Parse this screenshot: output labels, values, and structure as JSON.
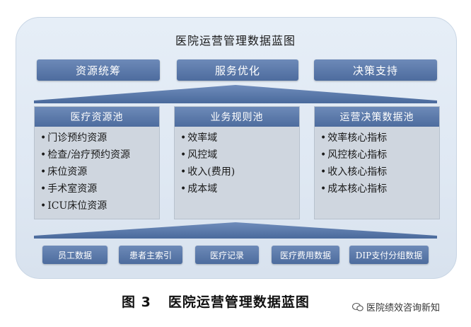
{
  "diagram": {
    "title": "医院运营管理数据蓝图",
    "top_buttons": [
      "资源统筹",
      "服务优化",
      "决策支持"
    ],
    "pools": [
      {
        "title": "医疗资源池",
        "items": [
          "门诊预约资源",
          "检查/治疗预约资源",
          "床位资源",
          "手术室资源",
          "ICU床位资源"
        ]
      },
      {
        "title": "业务规则池",
        "items": [
          "效率域",
          "风控域",
          "收入(费用)",
          "成本域"
        ]
      },
      {
        "title": "运营决策数据池",
        "items": [
          "效率核心指标",
          "风控核心指标",
          "收入核心指标",
          "成本核心指标"
        ]
      }
    ],
    "base_buttons": [
      "员工数据",
      "患者主索引",
      "医疗记录",
      "医疗费用数据",
      "DIP支付分组数据"
    ]
  },
  "caption": {
    "number": "图 3",
    "text": "医院运营管理数据蓝图"
  },
  "watermark": {
    "text": "医院绩效咨询新知"
  },
  "colors": {
    "button": "#5a78a8",
    "panel": "#e3ebf5",
    "pool_body": "#cfd6df"
  }
}
